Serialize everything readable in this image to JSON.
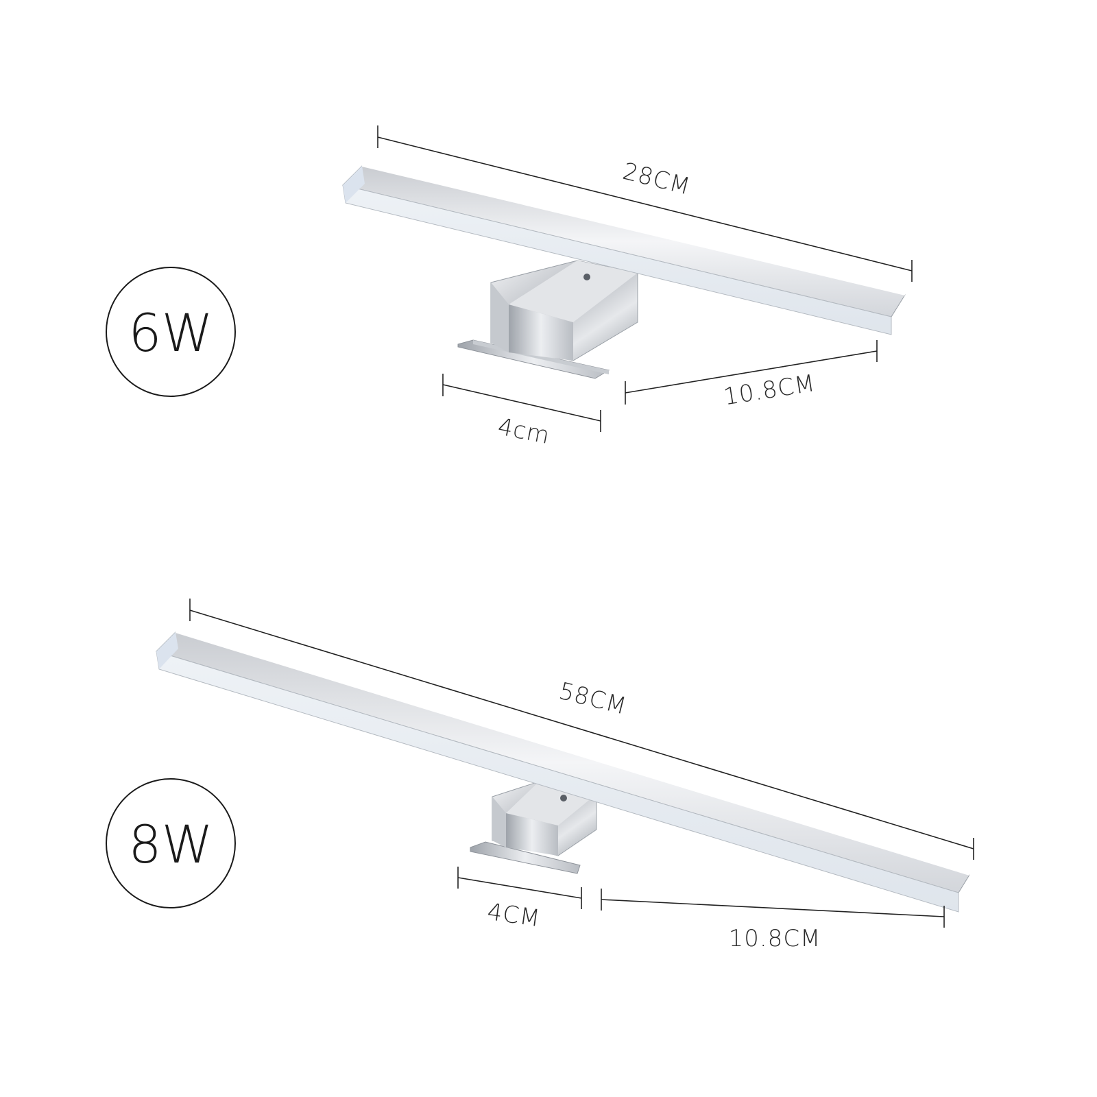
{
  "products": [
    {
      "wattage": "6W",
      "length_label": "28CM",
      "depth_label": "10.8CM",
      "mount_label": "4cm"
    },
    {
      "wattage": "8W",
      "length_label": "58CM",
      "depth_label": "10.8CM",
      "mount_label": "4CM"
    }
  ],
  "colors": {
    "background": "#ffffff",
    "line": "#222222",
    "chrome_light": "#f1f3f6",
    "chrome_dark": "#8f949b",
    "diffuser": "#e9eef4"
  }
}
